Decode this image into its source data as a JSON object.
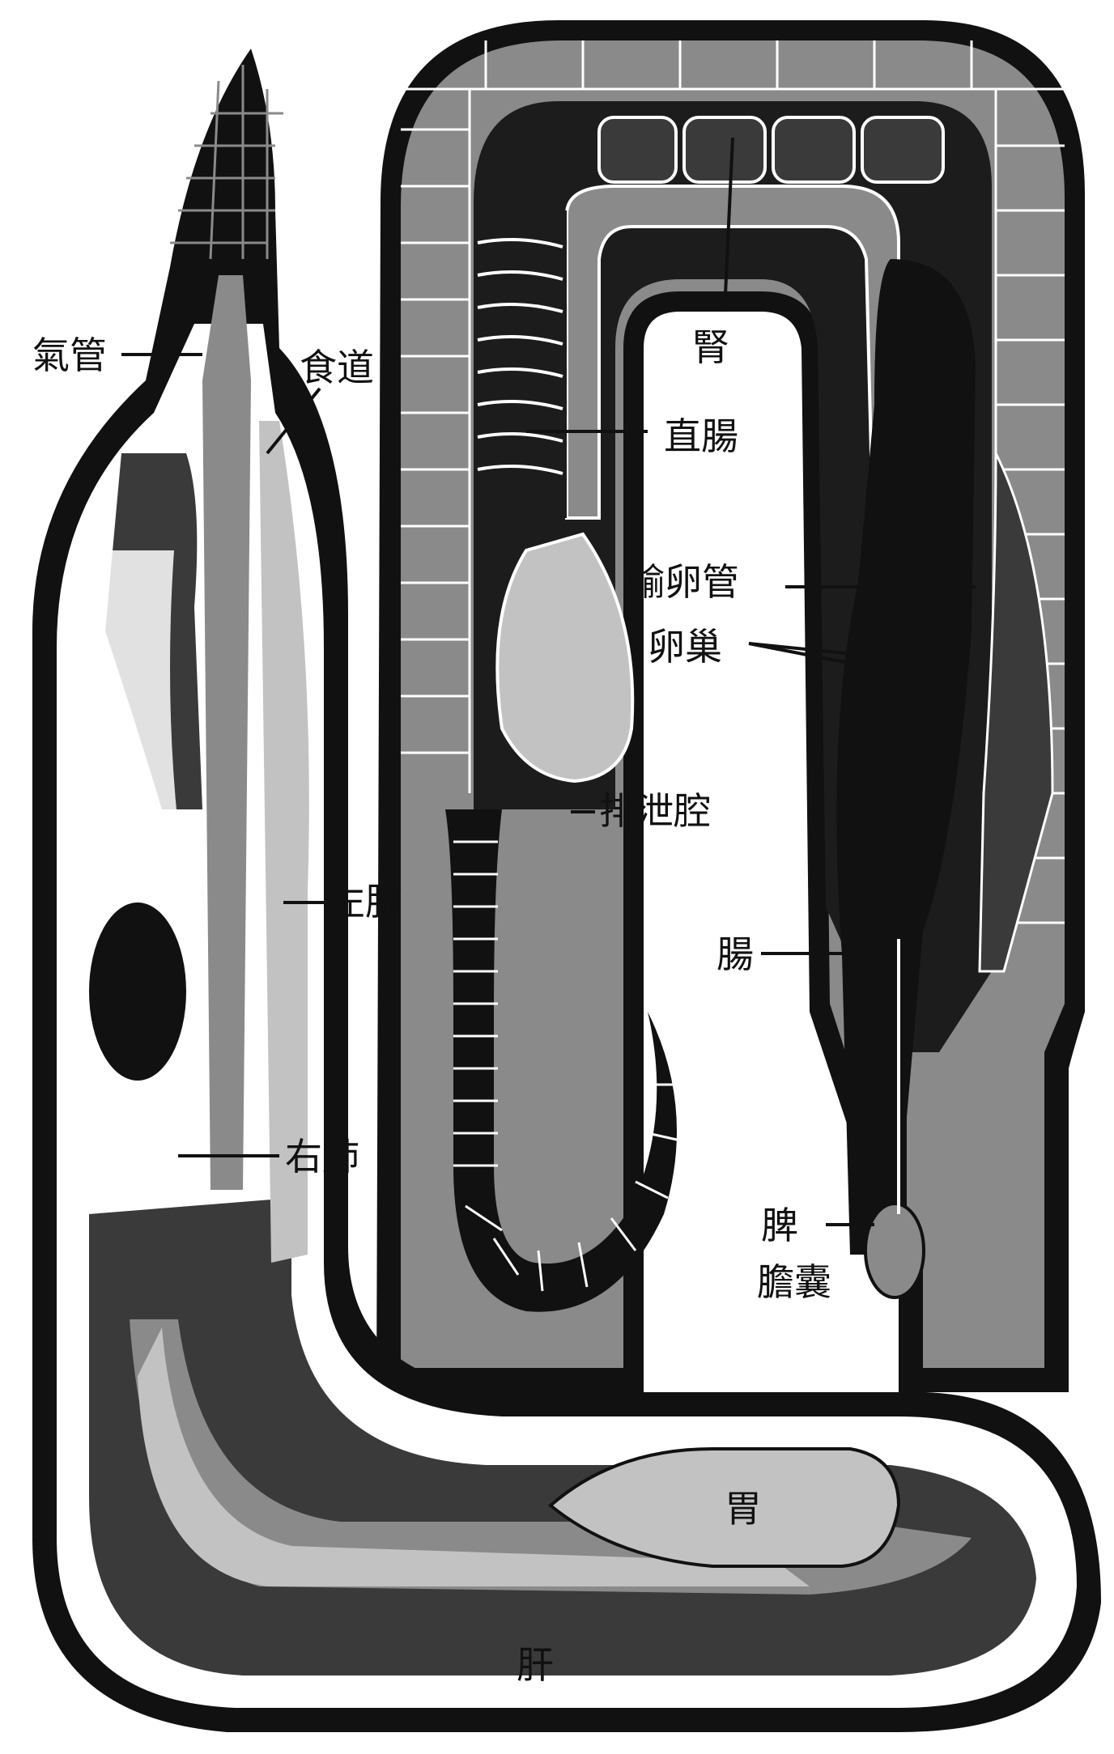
{
  "diagram": {
    "labels": {
      "trachea": "氣管",
      "esophagus": "食道",
      "kidney": "腎",
      "rectum": "直腸",
      "oviduct": "輸卵管",
      "ovary": "卵巢",
      "cloaca": "排泄腔",
      "left_lung": "左肺",
      "intestine": "腸",
      "right_lung": "右肺",
      "spleen": "脾",
      "gallbladder": "膽囊",
      "stomach": "胃",
      "liver": "肝"
    }
  },
  "colors": {
    "black": "#111111",
    "dark_gray": "#3a3a3a",
    "mid_gray": "#8a8a8a",
    "light_gray": "#c2c2c2",
    "white": "#ffffff"
  }
}
